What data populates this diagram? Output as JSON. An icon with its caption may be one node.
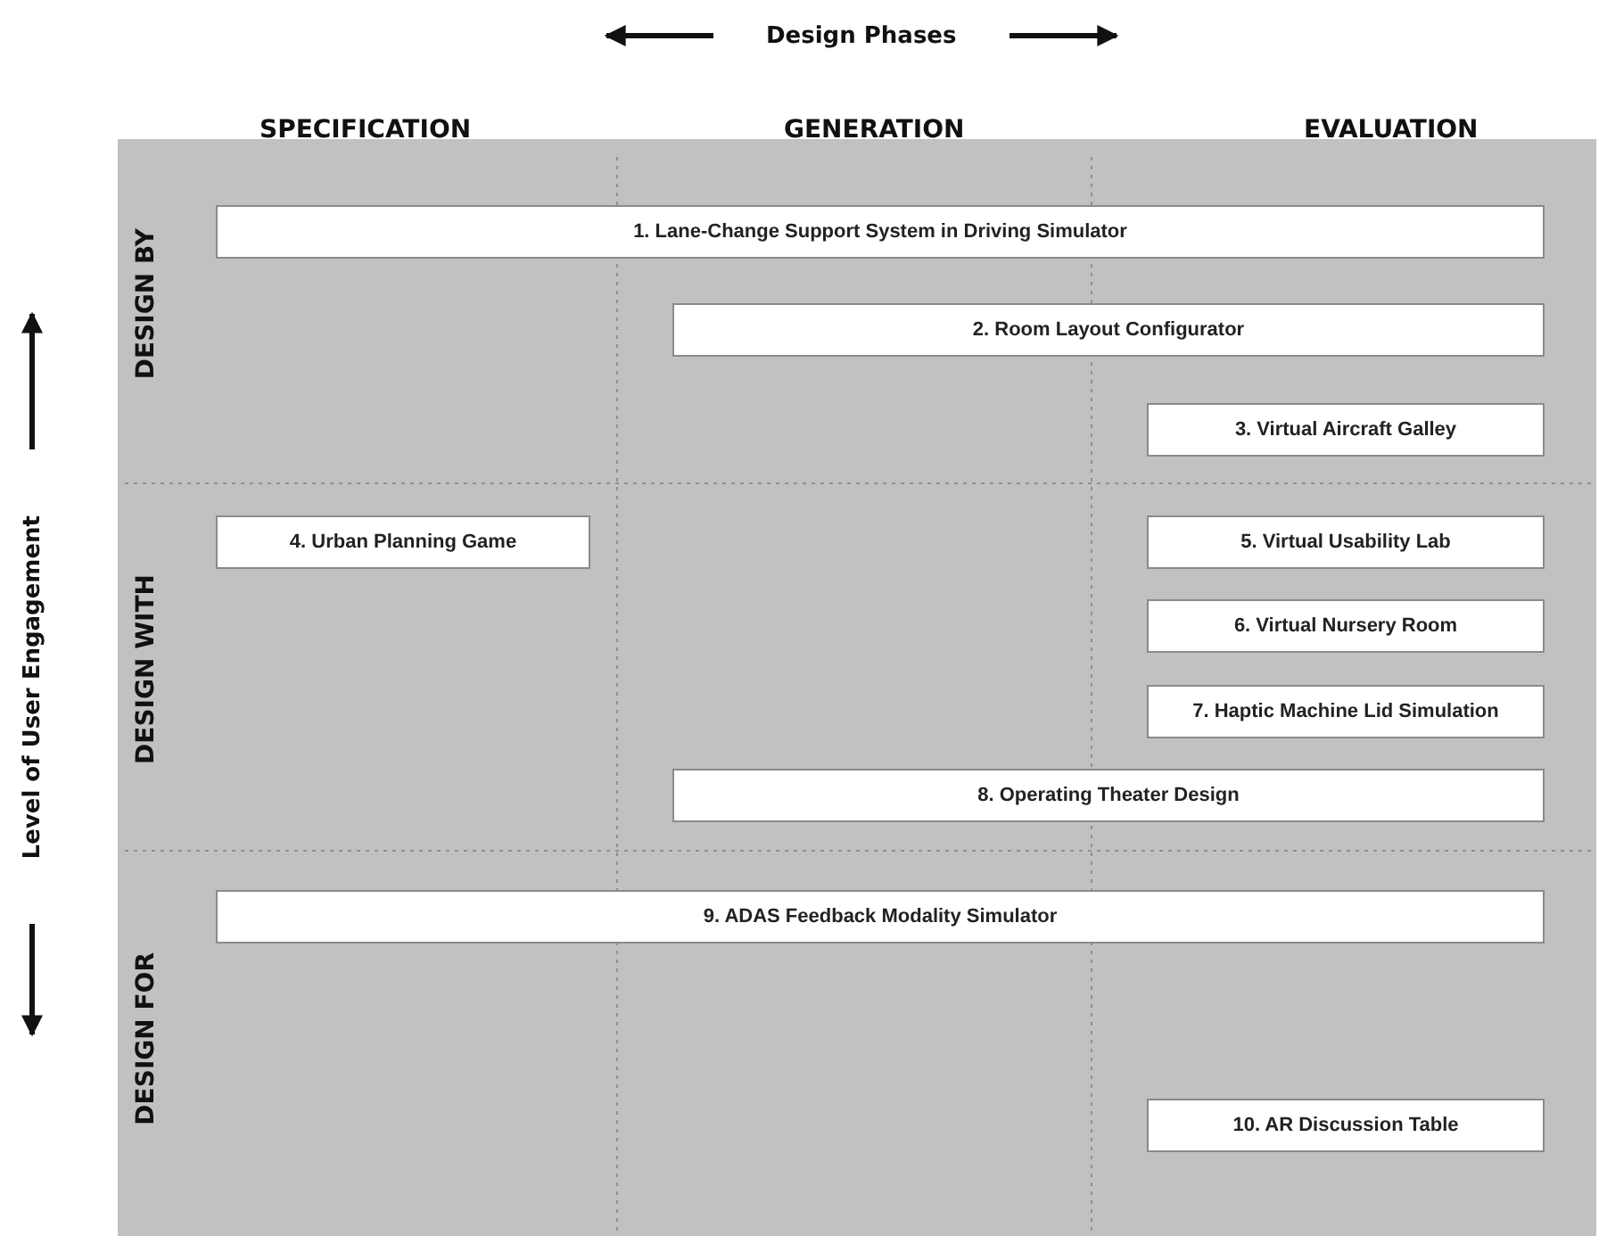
{
  "diagram": {
    "nodes": [
      {
        "text": [
          "1. Lane-Change Support System in Driving Simulator"
        ]
      },
      {
        "text": [
          "2. Room Layout Configurator"
        ]
      },
      {
        "text": [
          "3. Virtual Aircraft Galley"
        ]
      },
      {
        "text": [
          "4. Urban Planning Game"
        ]
      },
      {
        "text": [
          "5. Virtual Usability Lab"
        ]
      },
      {
        "text": [
          "6. Virtual Nursery Room"
        ]
      },
      {
        "text": [
          "7. Haptic Machine Lid Simulation"
        ]
      },
      {
        "text": [
          "8. Operating Theater Design"
        ]
      },
      {
        "text": [
          "9. ADAS Feedback Modality Simulator"
        ]
      },
      {
        "text": [
          "10. AR Discussion Table"
        ]
      }
    ],
    "edges": [],
    "labels": [
      "Design Phases",
      "SPECIFICATION",
      "GENERATION",
      "EVALUATION",
      "DESIGN BY",
      "Level of User Engagement",
      "DESIGN WITH",
      "DESIGN FOR"
    ]
  }
}
